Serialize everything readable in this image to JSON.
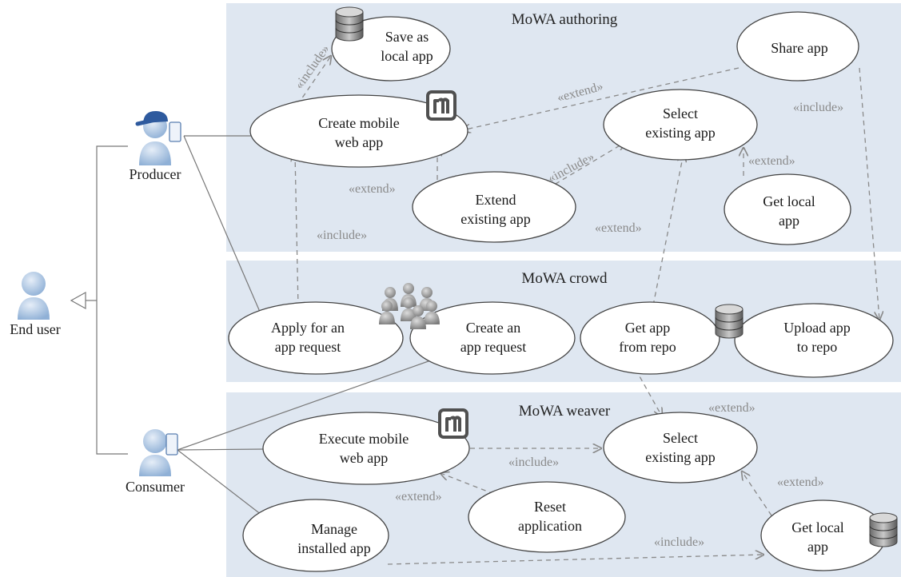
{
  "packages": {
    "authoring": "MoWA authoring",
    "crowd": "MoWA crowd",
    "weaver": "MoWA weaver"
  },
  "actors": {
    "producer": "Producer",
    "consumer": "Consumer",
    "end_user": "End user"
  },
  "use_cases": {
    "save_local": [
      "Save as",
      "local app"
    ],
    "create_mobile": [
      "Create mobile",
      "web app"
    ],
    "share_app": [
      "Share app"
    ],
    "select_existing_top": [
      "Select",
      "existing app"
    ],
    "extend_existing": [
      "Extend",
      "existing app"
    ],
    "get_local_top": [
      "Get local",
      "app"
    ],
    "apply_request": [
      "Apply for an",
      "app request"
    ],
    "create_request": [
      "Create an",
      "app request"
    ],
    "get_from_repo": [
      "Get app",
      "from repo"
    ],
    "upload_repo": [
      "Upload app",
      "to repo"
    ],
    "execute_mobile": [
      "Execute mobile",
      "web app"
    ],
    "select_existing_bottom": [
      "Select",
      "existing app"
    ],
    "reset_app": [
      "Reset",
      "application"
    ],
    "manage_installed": [
      "Manage",
      "installed app"
    ],
    "get_local_bottom": [
      "Get local",
      "app"
    ]
  },
  "relations": {
    "include": "«include»",
    "extend": "«extend»"
  },
  "icons": [
    "database-icon",
    "mowa-logo-icon",
    "group-people-icon",
    "user-icon",
    "user-cap-phone-icon",
    "user-phone-icon"
  ]
}
